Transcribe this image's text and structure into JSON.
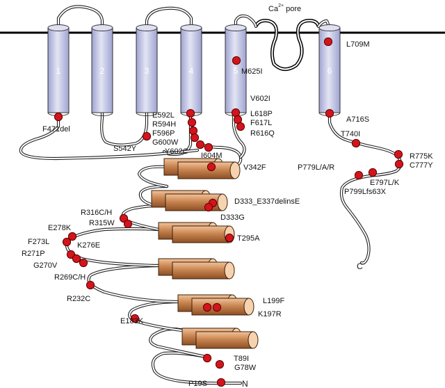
{
  "pore": {
    "label": "Ca",
    "superscript": "2+",
    "suffix": " pore"
  },
  "helices": [
    "1",
    "2",
    "3",
    "4",
    "5",
    "6"
  ],
  "termini": {
    "c": "C",
    "n": "N"
  },
  "mutations": [
    "F471del",
    "S542Y",
    "E592L",
    "R594H",
    "F596P",
    "G600W",
    "Y602C",
    "I604M",
    "M625I",
    "V602I",
    "L618P",
    "F617L",
    "R616Q",
    "L709M",
    "A716S",
    "T740I",
    "R775K",
    "C777Y",
    "P779L/A/R",
    "E797L/K",
    "P799Lfs63X",
    "V342F",
    "D333_E337delinsE",
    "D333G",
    "R316C/H",
    "R315W",
    "T295A",
    "E278K",
    "F273L",
    "K276E",
    "R271P",
    "G270V",
    "R269C/H",
    "R232C",
    "L199F",
    "K197R",
    "E183K",
    "T89I",
    "G78W",
    "P19S"
  ],
  "colors": {
    "membrane": "#000000",
    "tm_helix": "#c9cde8",
    "ankyrin": "#c98652",
    "mutation": "#d4141c",
    "chain": "#ffffff"
  }
}
